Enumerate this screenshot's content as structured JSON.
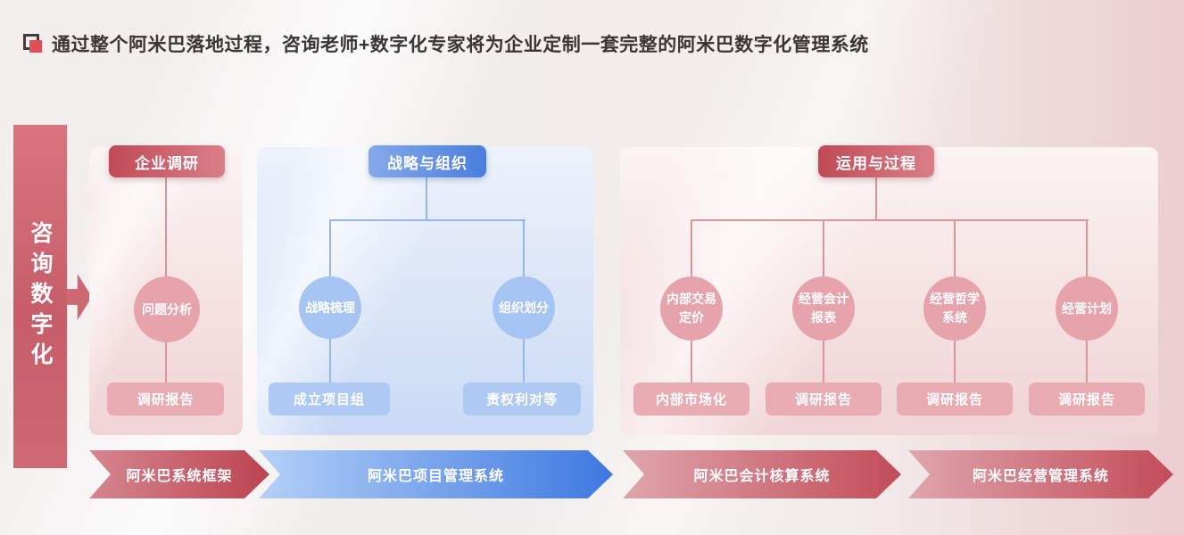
{
  "header": {
    "title": "通过整个阿米巴落地过程，咨询老师+数字化专家将为企业定制一套完整的阿米巴数字化管理系统"
  },
  "banner": {
    "label": "咨询数字化"
  },
  "panels": [
    {
      "badge": "企业调研",
      "theme": "pink",
      "circles": [
        "问题分析"
      ],
      "boxes": [
        "调研报告"
      ]
    },
    {
      "badge": "战略与组织",
      "theme": "blue",
      "circles": [
        "战略梳理",
        "组织划分"
      ],
      "boxes": [
        "成立项目组",
        "责权利对等"
      ]
    },
    {
      "badge": "运用与过程",
      "theme": "pink",
      "circles": [
        "内部交易\n定价",
        "经营会计\n报表",
        "经营哲学\n系统",
        "经营计划"
      ],
      "boxes": [
        "内部市场化",
        "调研报告",
        "调研报告",
        "调研报告"
      ]
    }
  ],
  "flow_arrows": [
    {
      "label": "阿米巴系统框架",
      "color": "red"
    },
    {
      "label": "阿米巴项目管理系统",
      "color": "blue"
    },
    {
      "label": "阿米巴会计核算系统",
      "color": "red"
    },
    {
      "label": "阿米巴经营管理系统",
      "color": "red"
    }
  ],
  "colors": {
    "red_badge_start": "#c04a57",
    "red_badge_end": "#da7e88",
    "blue_badge_start": "#84a9eb",
    "blue_badge_end": "#4a7edd",
    "pink_circle": "#e7a3ac",
    "blue_circle": "#a5c4f1",
    "pink_box": "#e9abb2",
    "blue_box": "#aec9f3",
    "banner_red": "#cb626e",
    "flow_arrow_blue": "#3e78e0",
    "flow_arrow_red": "#bc4350",
    "title_text": "#3b3536"
  }
}
